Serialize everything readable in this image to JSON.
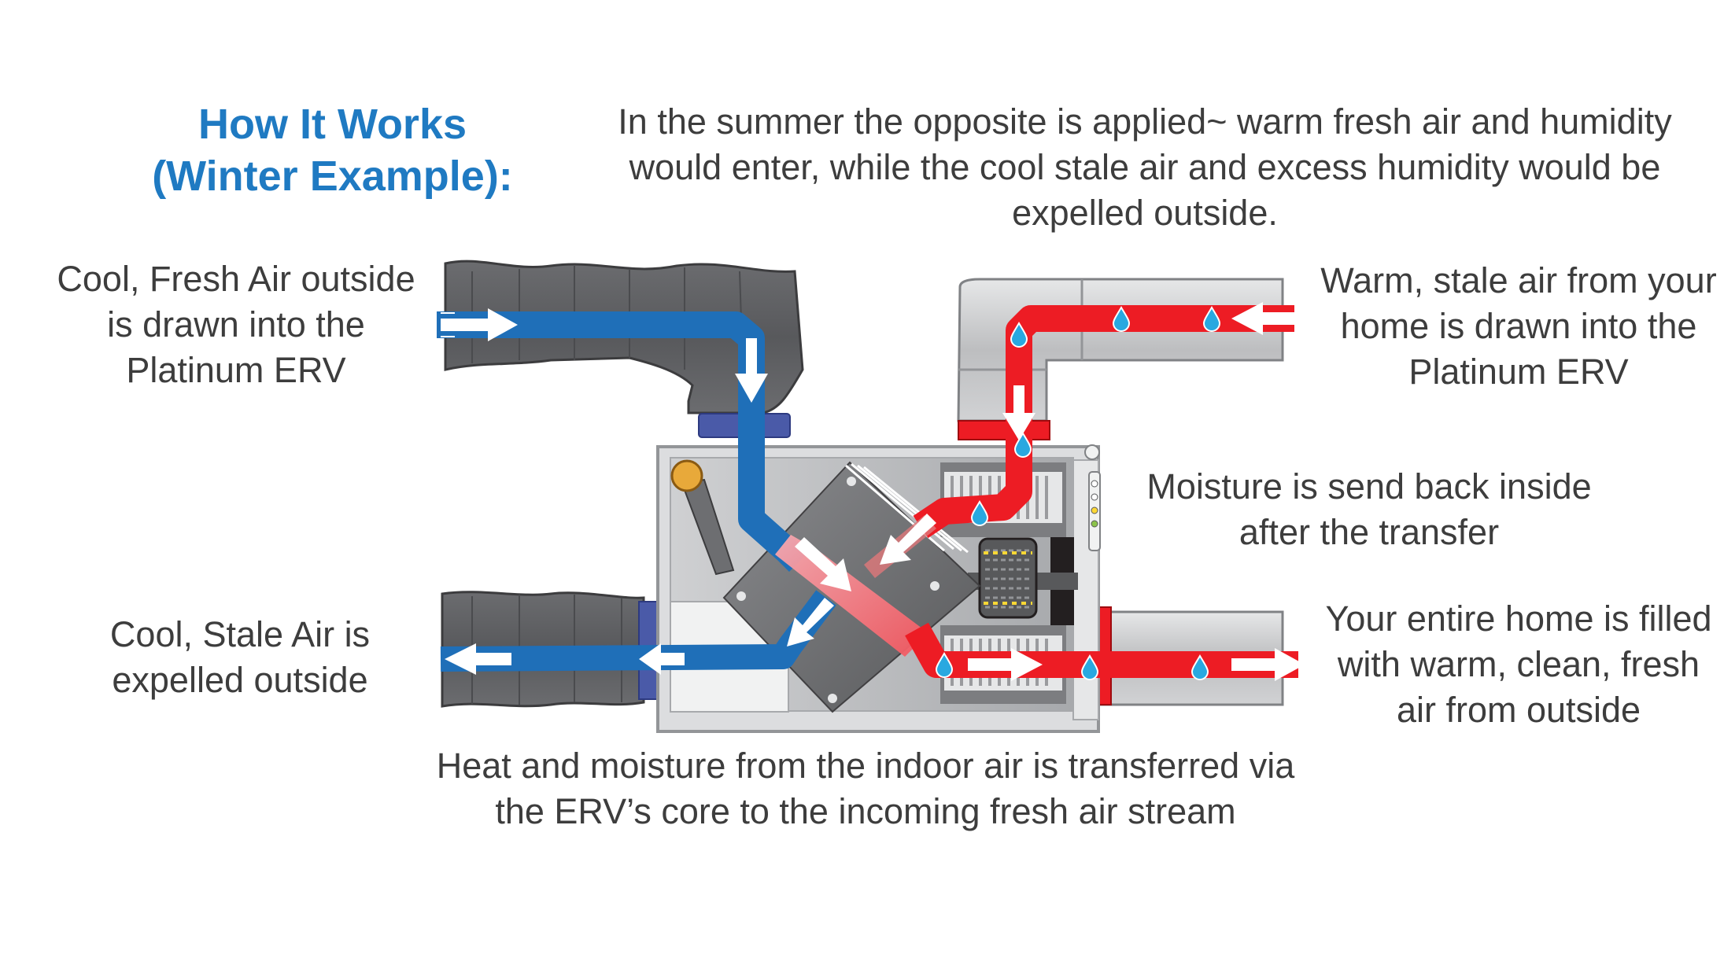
{
  "title": {
    "line1": "How It Works",
    "line2": "(Winter Example):"
  },
  "summer_note": {
    "line1": "In the summer the opposite is applied~ warm fresh air and humidity",
    "line2": "would enter, while the cool stale air and excess humidity would be",
    "line3": "expelled outside."
  },
  "labels": {
    "fresh_in": {
      "line1": "Cool, Fresh Air outside",
      "line2": "is drawn into the",
      "line3": "Platinum ERV"
    },
    "stale_in": {
      "line1": "Warm, stale air from your",
      "line2": "home is drawn into the",
      "line3": "Platinum ERV"
    },
    "moisture": {
      "line1": "Moisture is send back inside",
      "line2": "after the transfer"
    },
    "stale_out": {
      "line1": "Cool, Stale Air is",
      "line2": "expelled outside"
    },
    "warm_out": {
      "line1": "Your entire home is filled",
      "line2": "with warm, clean, fresh",
      "line3": "air from outside"
    },
    "core": {
      "line1": "Heat and moisture from the indoor air is transferred via",
      "line2": "the ERV’s core to the incoming fresh air stream"
    }
  },
  "colors": {
    "fresh_stream": "#1f6fb8",
    "warm_stream": "#ed1c24",
    "title": "#1f7ac2",
    "insulated_duct": "#6d6e71",
    "unit_body": "#c8c9cb",
    "droplet": "#29a8e0"
  },
  "icons": [
    "arrow-icon",
    "droplet-icon",
    "filter-icon",
    "knob-icon"
  ]
}
